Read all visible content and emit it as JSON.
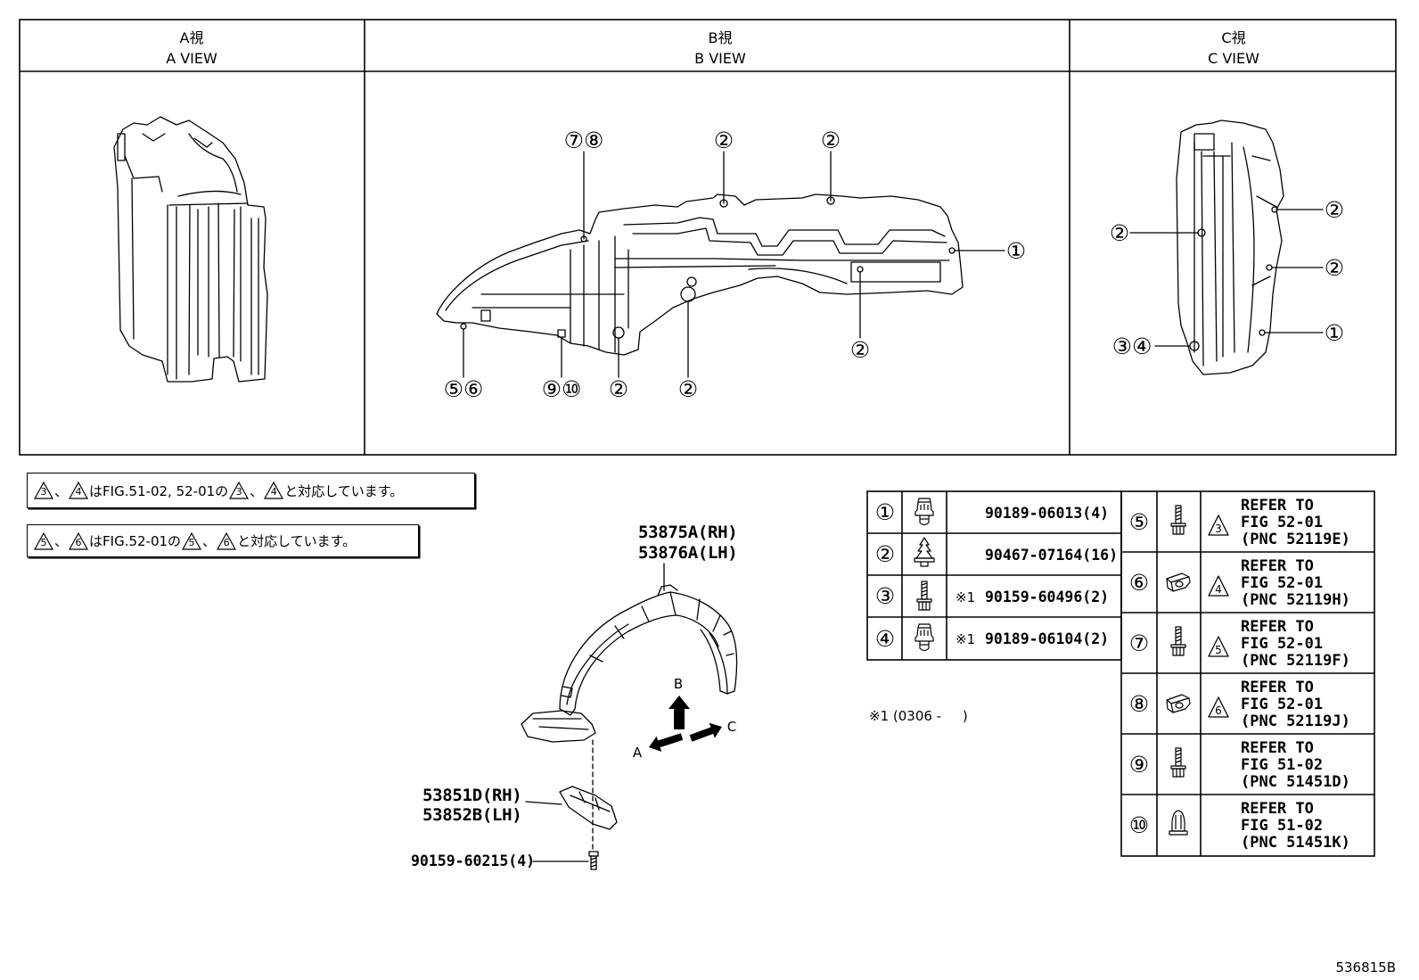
{
  "views": [
    {
      "jp": "A視",
      "en": "A VIEW"
    },
    {
      "jp": "B視",
      "en": "B VIEW"
    },
    {
      "jp": "C視",
      "en": "C VIEW"
    }
  ],
  "b_view": {
    "callouts": [
      "⑦⑧",
      "②",
      "②",
      "①",
      "②",
      "⑤⑥",
      "⑨⑩",
      "②",
      "②"
    ]
  },
  "c_view": {
    "callouts": [
      "②",
      "②",
      "②",
      "③④",
      "①"
    ]
  },
  "notes": [
    {
      "a": "3",
      "sep1": "、",
      "b": "4",
      "mid": "はFIG.51-02, 52-01の",
      "c": "3",
      "sep2": "、",
      "d": "4",
      "end": "と対応しています。"
    },
    {
      "a": "5",
      "sep1": "、",
      "b": "6",
      "mid": "はFIG.52-01の",
      "c": "5",
      "sep2": "、",
      "d": "6",
      "end": "と対応しています。"
    }
  ],
  "assembly": {
    "fender_liner_rh": "53875A(RH)",
    "fender_liner_lh": "53876A(LH)",
    "seal_rh": "53851D(RH)",
    "seal_lh": "53852B(LH)",
    "screw": "90159-60215(4)",
    "arrow_a": "A",
    "arrow_b": "B",
    "arrow_c": "C"
  },
  "parts_left": [
    {
      "no": "①",
      "icon": "clip-icon",
      "part": "90189-06013(4)"
    },
    {
      "no": "②",
      "icon": "rivet-icon",
      "part": "90467-07164(16)"
    },
    {
      "no": "③",
      "icon": "screw-icon",
      "prefix": "※1",
      "part": "90159-60496(2)"
    },
    {
      "no": "④",
      "icon": "clip-icon",
      "prefix": "※1",
      "part": "90189-06104(2)"
    }
  ],
  "parts_right": [
    {
      "no": "⑤",
      "icon": "screw-icon",
      "ref_mark": "3",
      "line1": "REFER TO",
      "line2": "FIG 52-01",
      "line3": "(PNC 52119E)"
    },
    {
      "no": "⑥",
      "icon": "nut-clip-icon",
      "ref_mark": "4",
      "line1": "REFER TO",
      "line2": "FIG 52-01",
      "line3": "(PNC 52119H)"
    },
    {
      "no": "⑦",
      "icon": "screw-icon",
      "ref_mark": "5",
      "line1": "REFER TO",
      "line2": "FIG 52-01",
      "line3": "(PNC 52119F)"
    },
    {
      "no": "⑧",
      "icon": "nut-clip-icon",
      "ref_mark": "6",
      "line1": "REFER TO",
      "line2": "FIG 52-01",
      "line3": "(PNC 52119J)"
    },
    {
      "no": "⑨",
      "icon": "screw-icon",
      "line1": "REFER TO",
      "line2": "FIG 51-02",
      "line3": "(PNC 51451D)"
    },
    {
      "no": "⑩",
      "icon": "clip-nut-icon",
      "line1": "REFER TO",
      "line2": "FIG 51-02",
      "line3": "(PNC 51451K)"
    }
  ],
  "footnote": "※1 (0306 -     )",
  "figure_code": "536815B"
}
